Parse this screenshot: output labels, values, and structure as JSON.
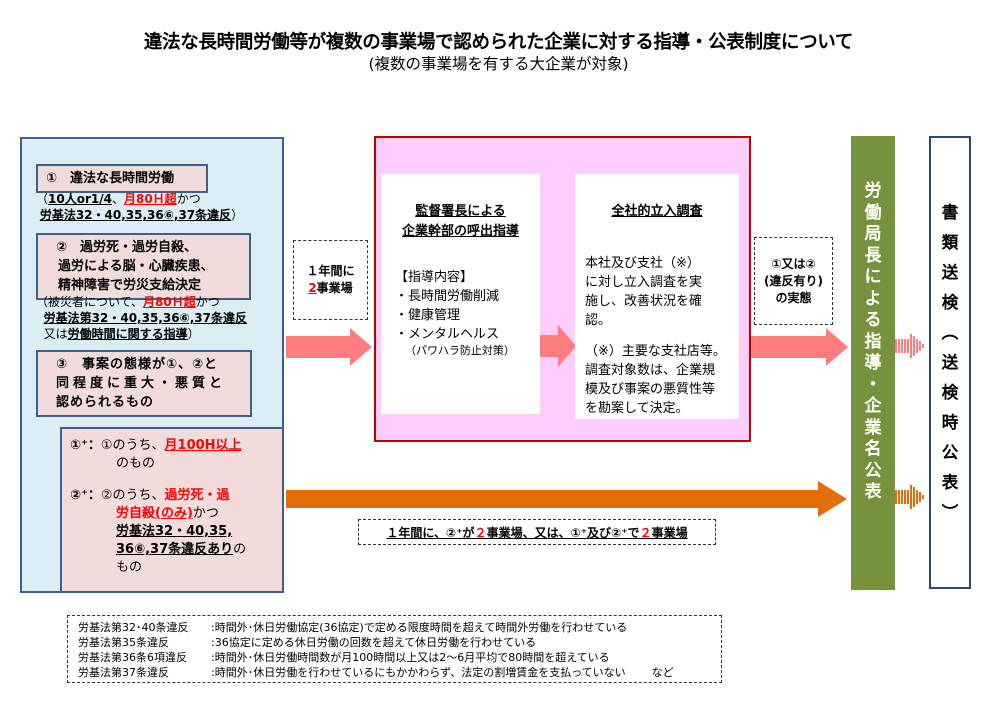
{
  "header": {
    "title": "違法な長時間労働等が複数の事業場で認められた企業に対する指導・公表制度について",
    "subtitle": "(複数の事業場を有する大企業が対象)"
  },
  "criteria": {
    "case1": {
      "label": "①　違法な長時間労働",
      "note_open": "（",
      "note_a": "10人or1/4",
      "note_b": "、",
      "note_red": "月80Ｈ超",
      "note_c": "かつ",
      "note_law": "労基法32・40,35,36⑥,37条違反",
      "note_close": "）"
    },
    "case2": {
      "label_line1": "②　過労死・過労自殺、",
      "label_line2": "過労による脳・心臓疾患、",
      "label_line3": "精神障害で労災支給決定",
      "note_open": "（被災者について、",
      "note_red": "月80Ｈ超",
      "note_c": "かつ",
      "note_law": "労基法第32・40,35,36⑥,37条違反",
      "note_or": "又は",
      "note_guidance": "労働時間に関する指導",
      "note_close": "）"
    },
    "case3": {
      "label_line1": "③　事案の態様が①、②と",
      "label_line2": "同程度に重大・悪質と",
      "label_line3": "認められるもの"
    },
    "plus1": {
      "key": "①⁺：",
      "text": "①のうち、",
      "red": "月100H以上",
      "tail": "のもの"
    },
    "plus2": {
      "key": "②⁺：",
      "text": "②のうち、",
      "red1": "過労死・過",
      "red2": "労自殺",
      "red3": "(のみ)",
      "and": "かつ",
      "law1": "労基法32・40,35,",
      "law2": "36⑥,37条違反あり",
      "tail1": "の",
      "tail2": "もの"
    }
  },
  "trigger_top": {
    "line1": "１年間に",
    "count": "2",
    "line2": "事業場"
  },
  "process": {
    "summons": {
      "title_line1": "監督署長による",
      "title_line2": "企業幹部の呼出指導",
      "heading": "【指導内容】",
      "items": [
        "・長時間労働削減",
        "・健康管理",
        "・メンタルヘルス"
      ],
      "sub": "（パワハラ防止対策）"
    },
    "inspection": {
      "title": "全社的立入調査",
      "body": [
        "本社及び支社（※）",
        "に対し立入調査を実",
        "施し、改善状況を確",
        "認。"
      ],
      "note": [
        "（※）主要な支社店等。",
        "調査対象数は、企業規",
        "模及び事案の悪質性等",
        "を勘案して決定。"
      ]
    }
  },
  "trigger_mid": {
    "line1": "①又は②",
    "line2": "(違反有り)",
    "line3": "の実態"
  },
  "trigger_bottom": {
    "pre": "１年間に、②⁺が",
    "n1": "２",
    "mid": "事業場、又は、①⁺及び②⁺で",
    "n2": "２",
    "post": "事業場"
  },
  "outcome": {
    "publication": [
      "労",
      "働",
      "局",
      "長",
      "に",
      "よ",
      "る",
      "指",
      "導",
      "・",
      "企",
      "業",
      "名",
      "公",
      "表"
    ],
    "prosecution": [
      "書",
      "類",
      "送",
      "検",
      "︵",
      "送",
      "検",
      "時",
      "公",
      "表",
      "︶"
    ]
  },
  "legend": [
    {
      "law": "労基法第32･40条違反",
      "desc": ":時間外･休日労働協定(36協定)で定める限度時間を超えて時間外労働を行わせている"
    },
    {
      "law": "労基法第35条違反",
      "desc": ":36協定に定める休日労働の回数を超えて休日労働を行わせている"
    },
    {
      "law": "労基法第36条6項違反",
      "desc": ":時間外･休日労働時間数が月100時間以上又は2～6月平均で80時間を超えている"
    },
    {
      "law": "労基法第37条違反",
      "desc": ":時間外･休日労働を行わせているにもかかわらず、法定の割増賃金を支払っていない"
    }
  ],
  "legend_suffix": "など",
  "colors": {
    "pink_arrow": "#ff7c80",
    "orange_arrow": "#e46c0a",
    "green_bar": "#76923c",
    "red_text": "#ff0000",
    "panel_blue": "#dbeef5",
    "case_pink": "#f2dcdb"
  }
}
